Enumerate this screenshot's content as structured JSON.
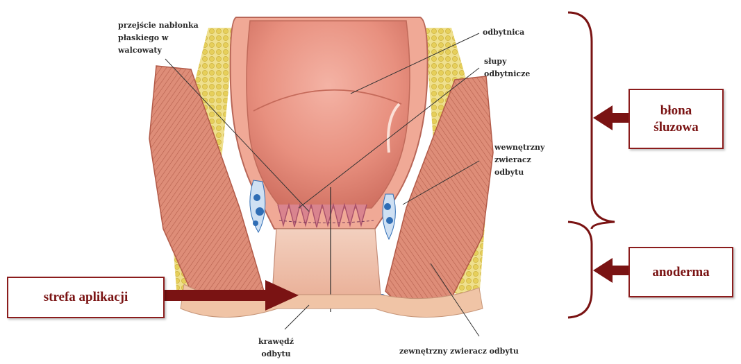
{
  "labels": {
    "squamous_transition": [
      "przejście nabłonka",
      "płaskiego w",
      "walcowaty"
    ],
    "rectum": "odbytnica",
    "anal_columns": [
      "słupy",
      "odbytnicze"
    ],
    "internal_sphincter": [
      "wewnętrzny",
      "zwieracz",
      "odbytu"
    ],
    "anal_verge": [
      "krawędź",
      "odbytu"
    ],
    "external_sphincter": "zewnętrzny zwieracz odbytu"
  },
  "boxes": {
    "mucosa": [
      "błona",
      "śluzowa"
    ],
    "anoderm": "anoderma",
    "application_zone": "strefa aplikacji"
  },
  "colors": {
    "accent": "#8b1c1c",
    "arrow": "#7a1313",
    "rectum_wall": "#e58a7c",
    "muscle": "#d9826e",
    "fat": "#e8d46a",
    "vein": "#2f6db5",
    "skin": "#f2c6a8"
  }
}
